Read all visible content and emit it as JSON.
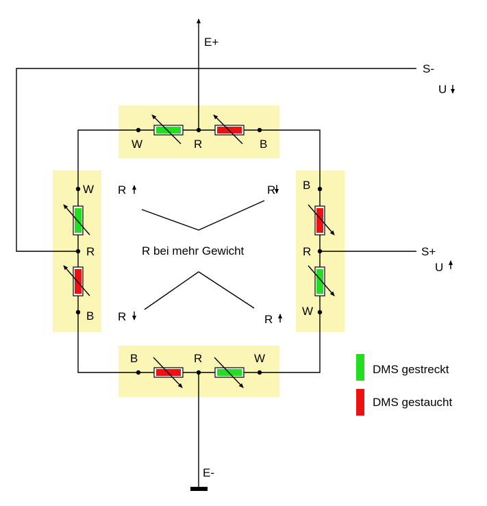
{
  "terminals": {
    "e_plus": "E+",
    "e_minus": "E-",
    "s_minus": "S-",
    "s_plus": "S+",
    "u_top": "U",
    "u_bottom": "U"
  },
  "center_caption": "R bei mehr Gewicht",
  "arrow_labels": {
    "top_left": "R",
    "top_right": "R",
    "bottom_left": "R",
    "bottom_right": "R"
  },
  "nodes": {
    "top": [
      "W",
      "R",
      "B"
    ],
    "left": [
      "W",
      "R",
      "B"
    ],
    "right": [
      "B",
      "R",
      "W"
    ],
    "bottom": [
      "B",
      "R",
      "W"
    ]
  },
  "legend": [
    {
      "label": "DMS gestreckt",
      "color": "#22dd22"
    },
    {
      "label": "DMS gestaucht",
      "color": "#ee1111"
    }
  ],
  "colors": {
    "panel": "#fbf6b6",
    "stretched": "#22dd22",
    "compressed": "#ee1111"
  }
}
